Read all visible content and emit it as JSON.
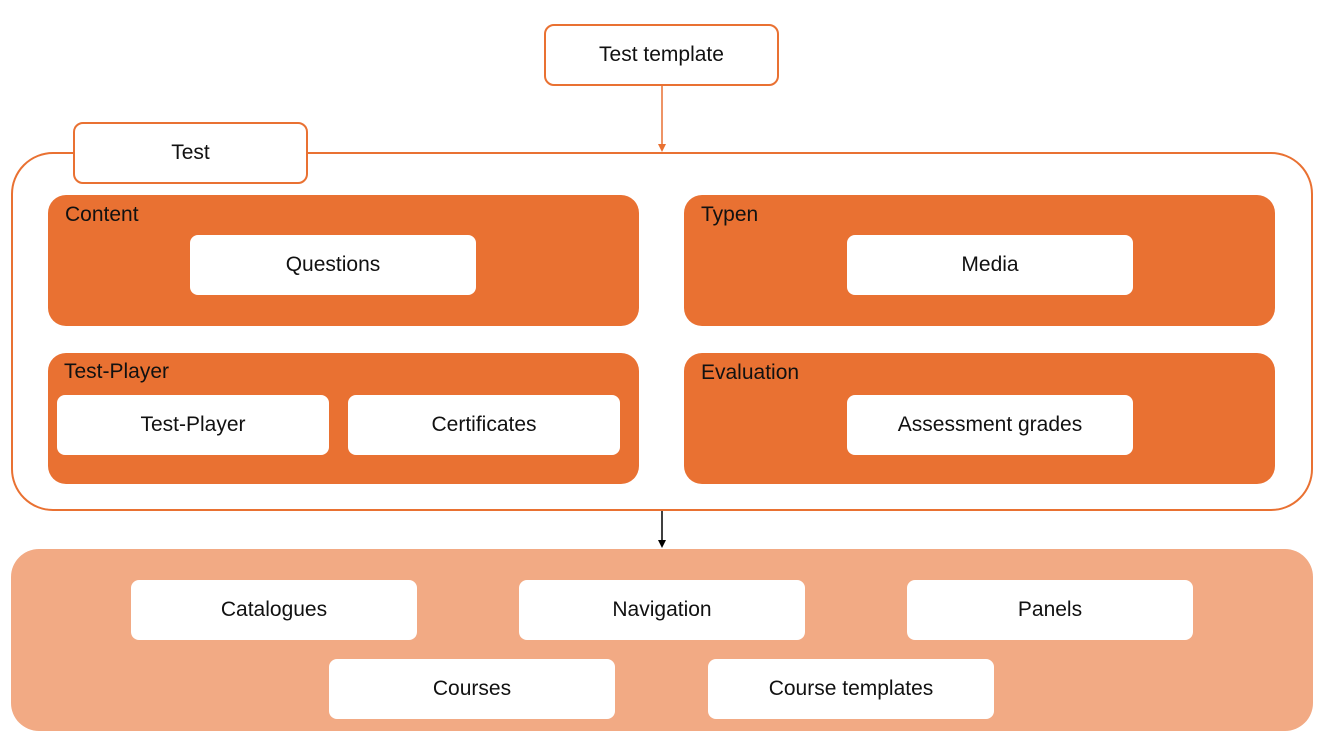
{
  "colors": {
    "accent_orange": "#e97132",
    "light_orange": "#f2aa84",
    "box_white": "#ffffff",
    "text": "#111111",
    "arrow_dark": "#000000"
  },
  "top": {
    "template_label": "Test template"
  },
  "test": {
    "tab_label": "Test",
    "panels": {
      "content": {
        "title": "Content",
        "items": [
          "Questions"
        ]
      },
      "typen": {
        "title": "Typen",
        "items": [
          "Media"
        ]
      },
      "test_player": {
        "title": "Test-Player",
        "items": [
          "Test-Player",
          "Certificates"
        ]
      },
      "evaluation": {
        "title": "Evaluation",
        "items": [
          "Assessment grades"
        ]
      }
    }
  },
  "bottom": {
    "items": [
      "Catalogues",
      "Navigation",
      "Panels",
      "Courses",
      "Course templates"
    ]
  }
}
